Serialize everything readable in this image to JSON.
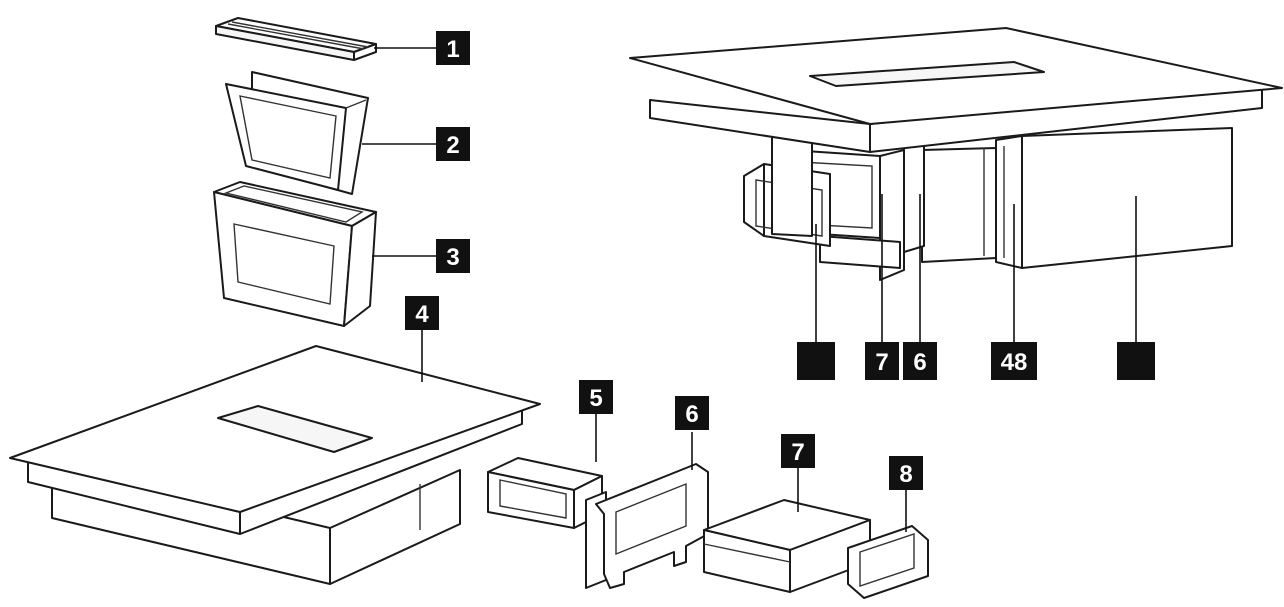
{
  "diagram": {
    "background_color": "#ffffff",
    "label_color": "#111111",
    "label_text_color": "#ffffff",
    "labels": [
      {
        "id": "part-1",
        "text": "1"
      },
      {
        "id": "part-2",
        "text": "2"
      },
      {
        "id": "part-3",
        "text": "3"
      },
      {
        "id": "part-4",
        "text": "4"
      },
      {
        "id": "part-5",
        "text": "5"
      },
      {
        "id": "part-6",
        "text": "6"
      },
      {
        "id": "part-7",
        "text": "7"
      },
      {
        "id": "part-8",
        "text": "8"
      },
      {
        "id": "assembled-blank-left",
        "text": ""
      },
      {
        "id": "assembled-7",
        "text": "7"
      },
      {
        "id": "assembled-6",
        "text": "6"
      },
      {
        "id": "assembled-48",
        "text": "48"
      },
      {
        "id": "assembled-blank-right",
        "text": ""
      }
    ]
  }
}
